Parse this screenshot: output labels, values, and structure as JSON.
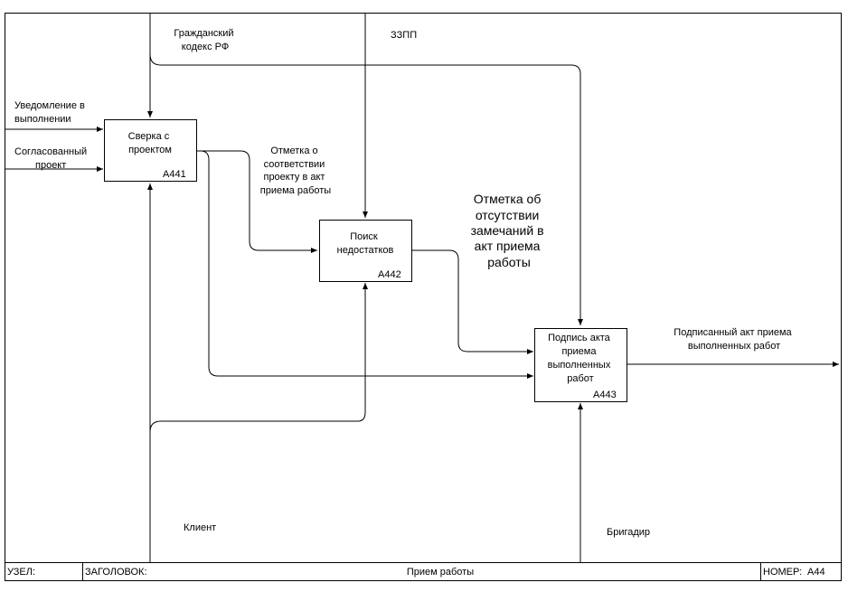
{
  "boxes": [
    {
      "id": "A441",
      "label": [
        "Сверка с",
        "проектом"
      ],
      "code": "A441"
    },
    {
      "id": "A442",
      "label": [
        "Поиск",
        "недостатков"
      ],
      "code": "A442"
    },
    {
      "id": "A443",
      "label": [
        "Подпись акта",
        "приема",
        "выполненных",
        "работ"
      ],
      "code": "A443"
    }
  ],
  "arrows": {
    "civil_code": [
      "Гражданский",
      "кодекс РФ"
    ],
    "zzpp": [
      "ЗЗПП"
    ],
    "notice": [
      "Уведомление в",
      "выполнении"
    ],
    "agreed_project": [
      "Согласованный",
      "проект"
    ],
    "mark_conformity": [
      "Отметка о",
      "соответствии",
      "проекту в акт",
      "приема работы"
    ],
    "mark_no_remarks": [
      "Отметка об",
      "отсутствии",
      "замечаний в",
      "акт приема",
      "работы"
    ],
    "signed_act": [
      "Подписанный акт приема",
      "выполненных работ"
    ],
    "client": [
      "Клиент"
    ],
    "foreman": [
      "Бригадир"
    ]
  },
  "footer": {
    "node_label": "УЗЕЛ:",
    "title_label": "ЗАГОЛОВОК:",
    "title": "Прием работы",
    "number_label": "НОМЕР:",
    "number": "A44"
  }
}
